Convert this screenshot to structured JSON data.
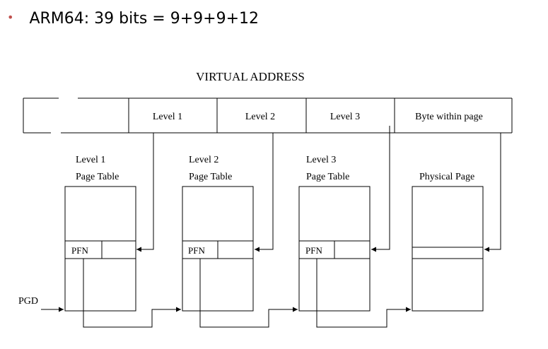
{
  "bullet": {
    "marker": "•",
    "text": "ARM64: 39 bits = 9+9+9+12"
  },
  "diagram": {
    "title": "VIRTUAL ADDRESS",
    "fields": [
      "Level 1",
      "Level 2",
      "Level 3",
      "Byte within page"
    ],
    "tables": [
      {
        "line1": "Level 1",
        "line2": "Page Table",
        "entry": "PFN"
      },
      {
        "line1": "Level 2",
        "line2": "Page Table",
        "entry": "PFN"
      },
      {
        "line1": "Level 3",
        "line2": "Page Table",
        "entry": "PFN"
      },
      {
        "line1": "",
        "line2": "Physical Page",
        "entry": ""
      }
    ],
    "pgd_label": "PGD"
  }
}
